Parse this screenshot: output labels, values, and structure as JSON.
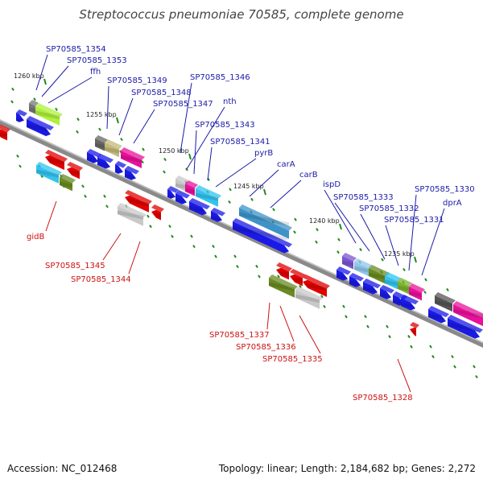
{
  "title": "Streptococcus pneumoniae 70585, complete genome",
  "footer": {
    "accession": "Accession: NC_012468",
    "summary": "Topology: linear; Length: 2,184,682 bp; Genes: 2,272"
  },
  "colors": {
    "forward_label": "#1a1aa8",
    "reverse_label": "#cc1111",
    "forward_arrow": "#1a1ae6",
    "reverse_arrow": "#e00000",
    "backbone": "#8a8a8a",
    "tick": "#1e8a1e"
  },
  "kbp_markers": [
    "1260 kbp",
    "1255 kbp",
    "1250 kbp",
    "1245 kbp",
    "1240 kbp",
    "1235 kbp"
  ],
  "labels_forward": [
    "SP70585_1354",
    "SP70585_1353",
    "ffh",
    "SP70585_1349",
    "SP70585_1348",
    "SP70585_1347",
    "SP70585_1346",
    "nth",
    "SP70585_1343",
    "SP70585_1341",
    "pyrB",
    "carA",
    "carB",
    "ispD",
    "SP70585_1333",
    "SP70585_1332",
    "SP70585_1331",
    "SP70585_1330",
    "dprA"
  ],
  "labels_reverse": [
    "gidB",
    "SP70585_1345",
    "SP70585_1344",
    "SP70585_1337",
    "SP70585_1336",
    "SP70585_1335",
    "SP70585_1328"
  ]
}
